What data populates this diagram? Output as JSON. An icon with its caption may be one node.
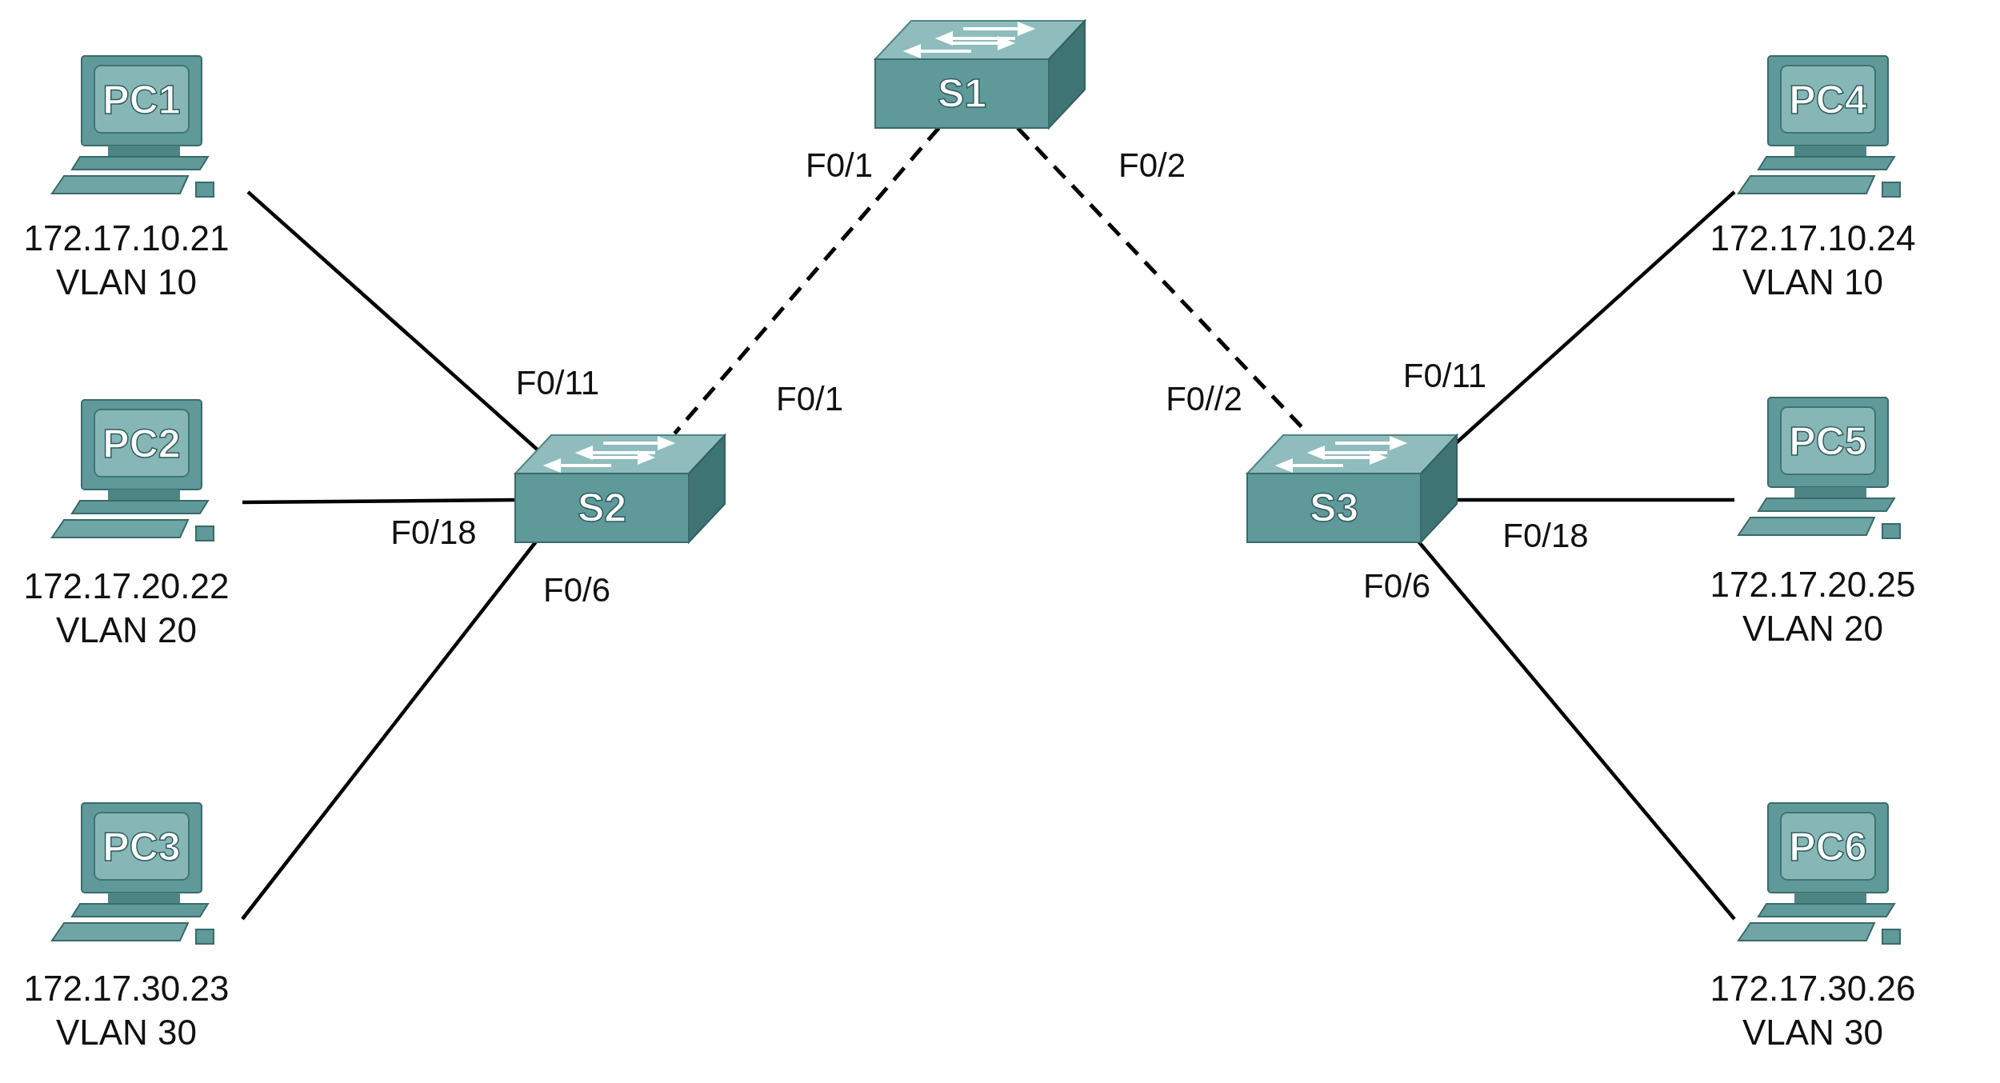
{
  "diagram": {
    "nodes": [
      {
        "text": [
          "S1"
        ]
      },
      {
        "text": [
          "S2"
        ]
      },
      {
        "text": [
          "S3"
        ]
      },
      {
        "text": [
          "PC1"
        ],
        "beside": [
          "172.17.10.21",
          "VLAN 10"
        ]
      },
      {
        "text": [
          "PC2"
        ],
        "beside": [
          "172.17.20.22",
          "VLAN 20"
        ]
      },
      {
        "text": [
          "PC3"
        ],
        "beside": [
          "172.17.30.23",
          "VLAN 30"
        ]
      },
      {
        "text": [
          "PC4"
        ],
        "beside": [
          "172.17.10.24",
          "VLAN 10"
        ]
      },
      {
        "text": [
          "PC5"
        ],
        "beside": [
          "172.17.20.25",
          "VLAN 20"
        ]
      },
      {
        "text": [
          "PC6"
        ],
        "beside": [
          "172.17.30.26",
          "VLAN 30"
        ]
      }
    ],
    "edges": [
      {
        "from": 0,
        "to": 1,
        "arrow": "none",
        "style": "dashed"
      },
      {
        "from": 0,
        "to": 2,
        "arrow": "none",
        "style": "dashed"
      },
      {
        "from": 1,
        "to": 3,
        "arrow": "none"
      },
      {
        "from": 1,
        "to": 4,
        "arrow": "none"
      },
      {
        "from": 1,
        "to": 5,
        "arrow": "none"
      },
      {
        "from": 2,
        "to": 6,
        "arrow": "none"
      },
      {
        "from": 2,
        "to": 7,
        "arrow": "none"
      },
      {
        "from": 2,
        "to": 8,
        "arrow": "none"
      }
    ],
    "labels": [
      "F0/1",
      "F0/2",
      "F0/11",
      "F0/1",
      "F0//2",
      "F0/11",
      "F0/18",
      "F0/18",
      "F0/6",
      "F0/6"
    ]
  }
}
